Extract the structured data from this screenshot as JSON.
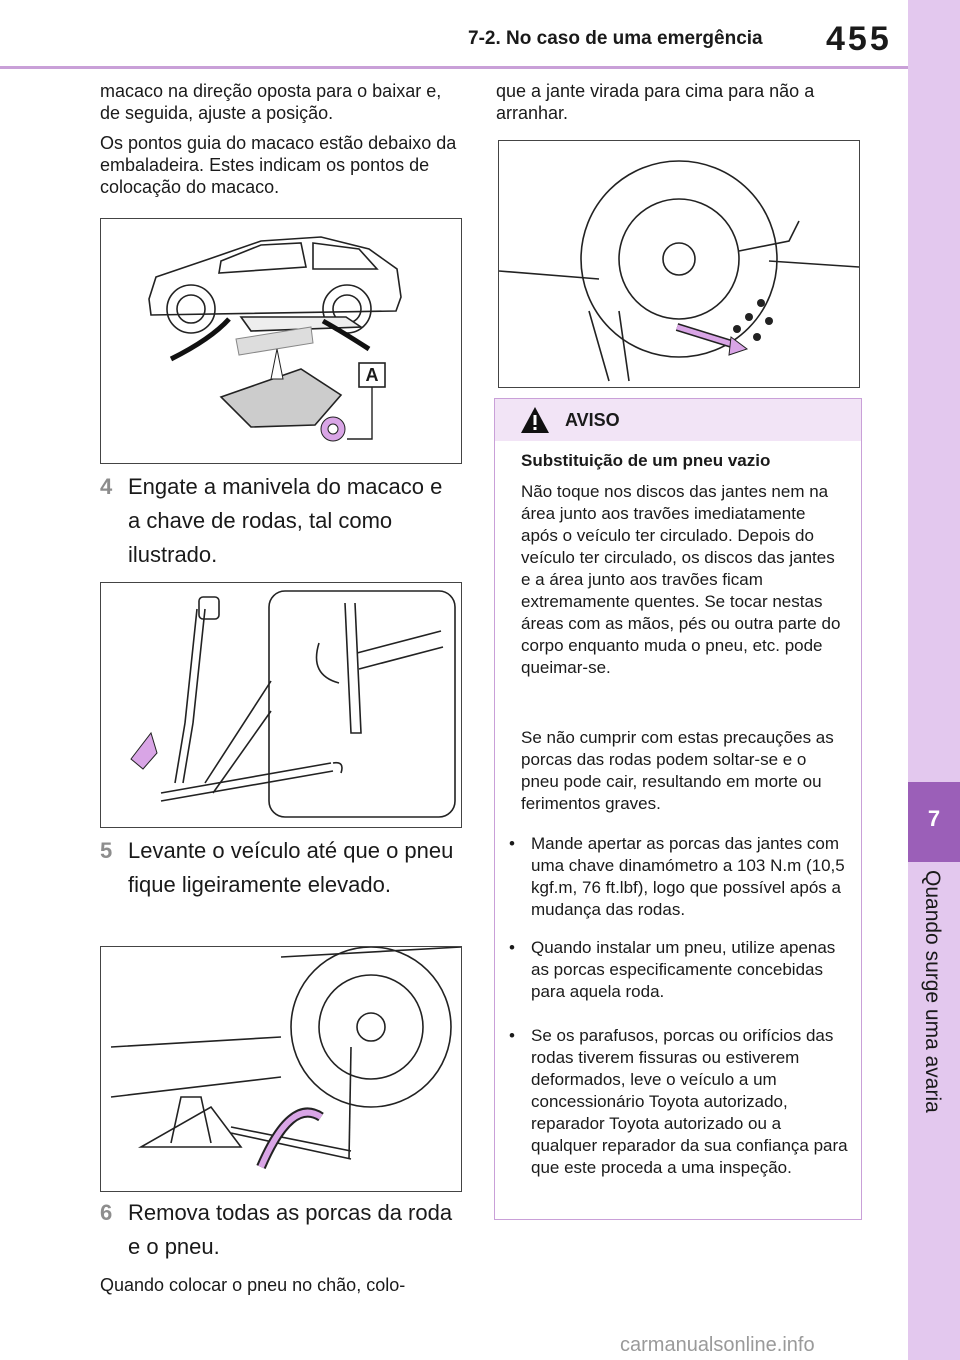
{
  "header": {
    "section": "7-2. No caso de uma emergência",
    "page": "455"
  },
  "side_tab": {
    "number": "7",
    "label": "Quando surge uma avaria"
  },
  "left": {
    "intro1": "macaco na direção oposta para o baixar e, de seguida, ajuste a posição.",
    "intro2": "Os pontos guia do macaco estão debaixo da embaladeira. Estes indicam os pontos de colocação do macaco.",
    "fig1_label": "A",
    "step4": {
      "num": "4",
      "text": "Engate a manivela do macaco e a chave de rodas, tal como ilustrado."
    },
    "step5": {
      "num": "5",
      "text": "Levante o veículo até que o pneu fique ligeiramente elevado."
    },
    "step6": {
      "num": "6",
      "text": "Remova todas as porcas da roda e o pneu."
    },
    "after": "Quando colocar o pneu no chão, colo-"
  },
  "right": {
    "cont": "que a jante virada para cima para não a arranhar."
  },
  "warning": {
    "title": "AVISO",
    "subtitle": "Substituição de um pneu vazio",
    "p1": "Não toque nos discos das jantes nem na área junto aos travões imediatamente após o veículo ter circulado. Depois do veículo ter circulado, os discos das jantes e a área junto aos travões ficam extremamente quentes. Se tocar nestas áreas com as mãos, pés ou outra parte do corpo enquanto muda o pneu, etc. pode queimar-se.",
    "p2": "Se não cumprir com estas precauções as porcas das rodas podem soltar-se e o pneu pode cair, resultando em morte ou ferimentos graves.",
    "bullets": [
      "Mande apertar as porcas das jantes com uma chave dinamómetro a 103 N.m (10,5 kgf.m, 76 ft.lbf), logo que possível após a mudança das rodas.",
      "Quando instalar um pneu, utilize apenas as porcas especificamente concebidas para aquela roda.",
      "Se os parafusos, porcas ou orifícios das rodas tiverem fissuras ou estiverem deformados, leve o veículo a um concessionário Toyota autorizado, reparador Toyota autorizado ou a qualquer reparador da sua confiança para que este proceda a uma inspeção."
    ]
  },
  "watermark": "carmanualsonline.info"
}
